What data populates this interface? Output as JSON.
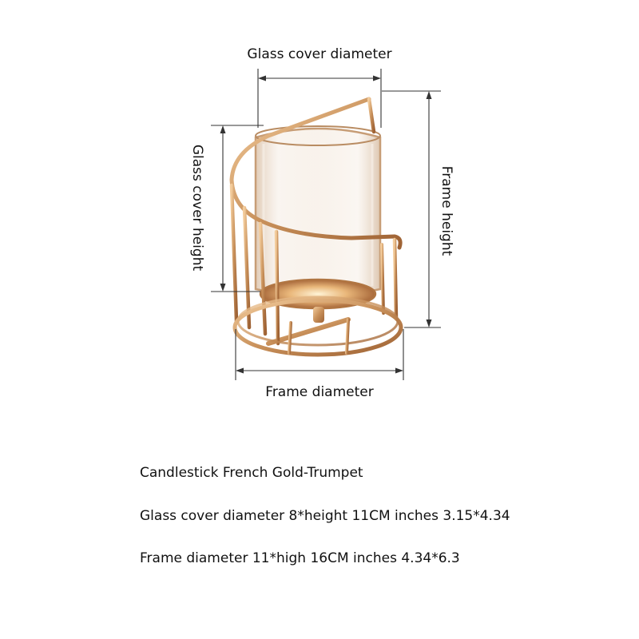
{
  "labels": {
    "glass_cover_diameter": "Glass cover diameter",
    "glass_cover_height": "Glass cover height",
    "frame_height": "Frame height",
    "frame_diameter": "Frame diameter"
  },
  "captions": {
    "title": "Candlestick French Gold-Trumpet",
    "glass_spec": "Glass cover diameter 8*height 11CM inches 3.15*4.34",
    "frame_spec": "Frame diameter 11*high 16CM inches 4.34*6.3"
  },
  "colors": {
    "gold": "#c8905a",
    "gold_dark": "#a86a3c",
    "gold_light": "#f0c896",
    "glass_tint": "#d9b48e",
    "dimension_line": "#333333"
  }
}
